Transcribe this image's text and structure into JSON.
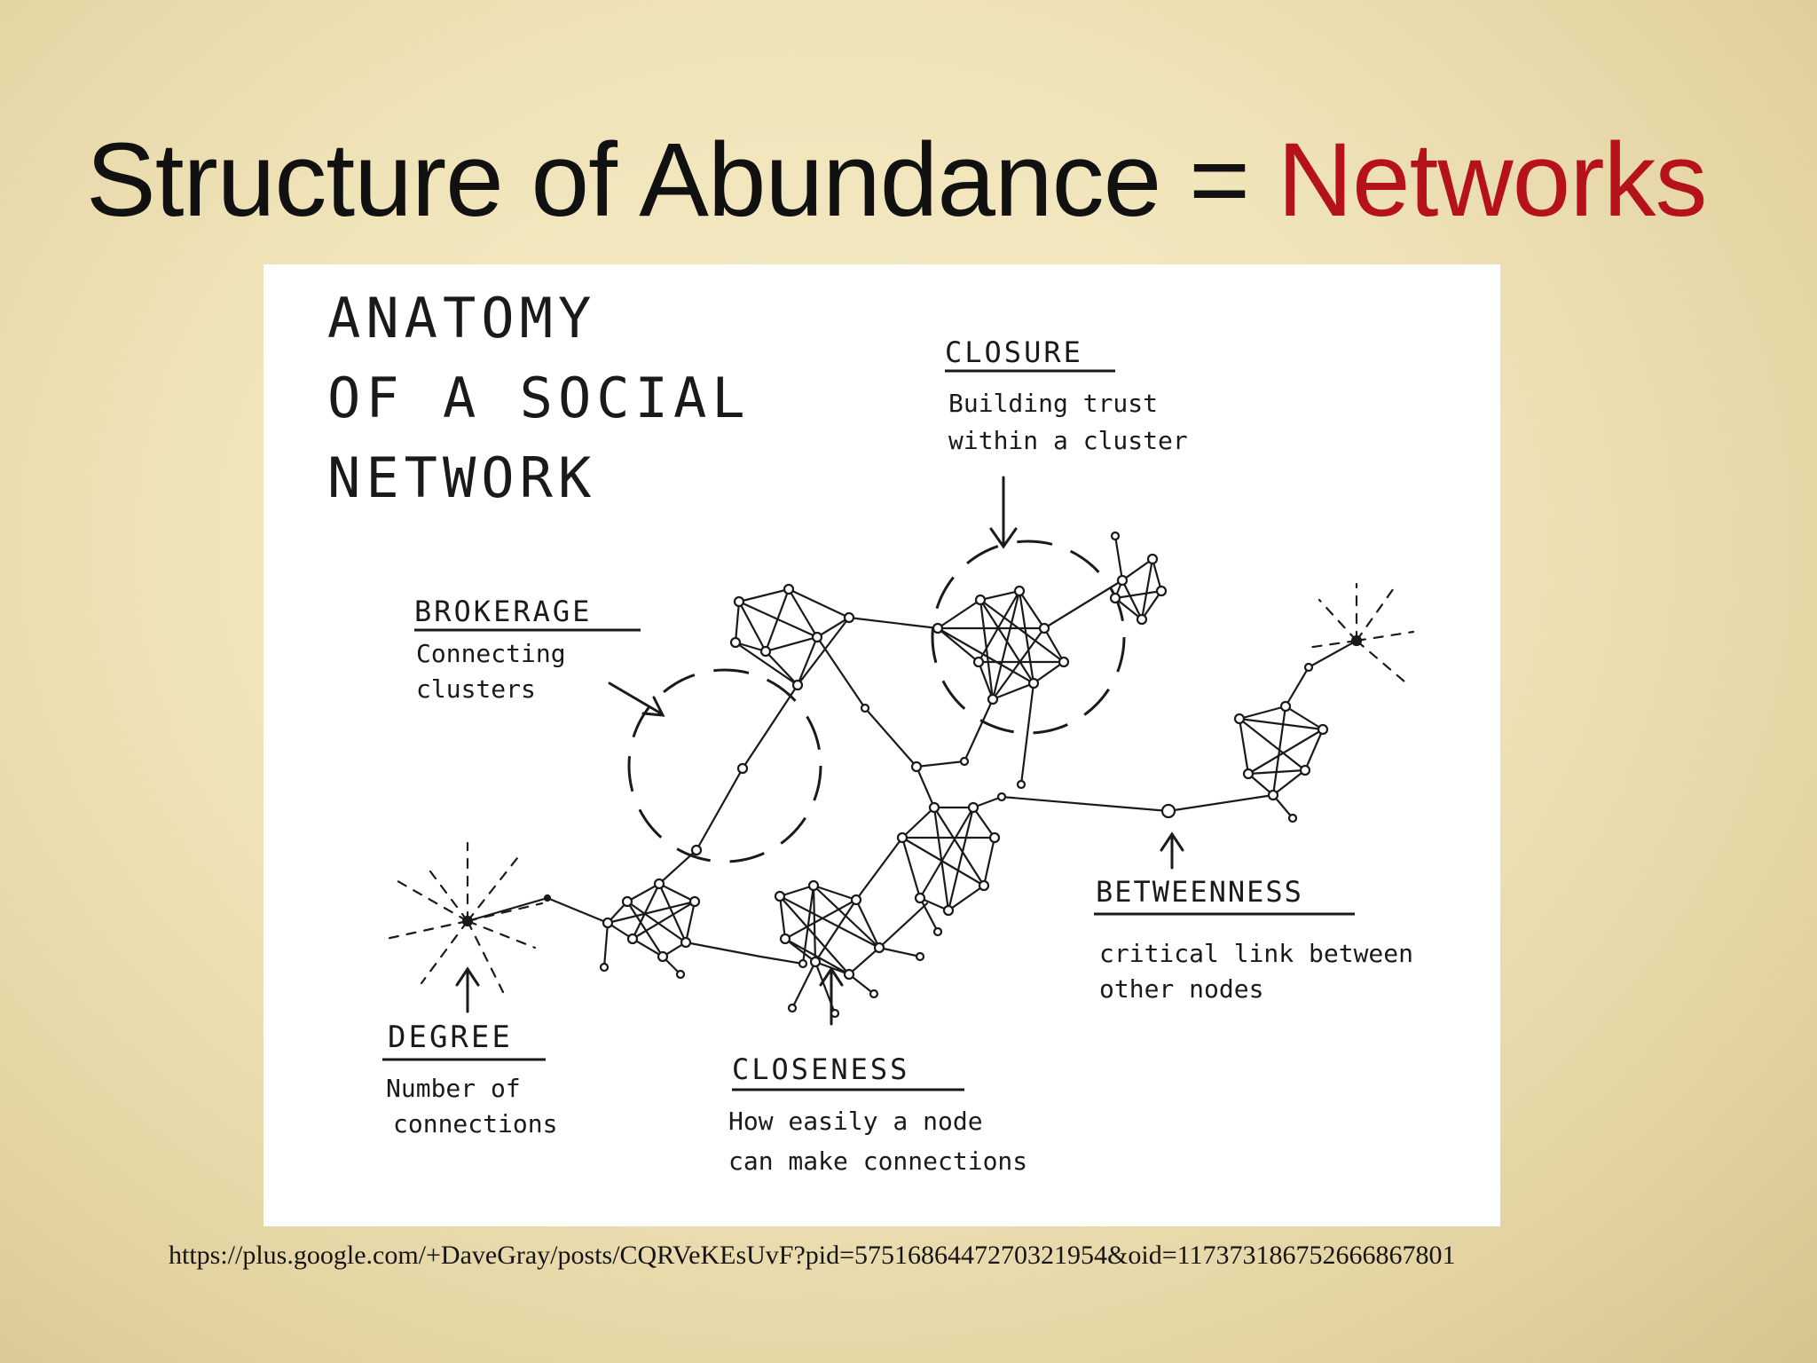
{
  "slide": {
    "title_main": "Structure of Abundance = ",
    "title_accent": "Networks",
    "accent_color": "#b5121b",
    "source_url": "https://plus.google.com/+DaveGray/posts/CQRVeKEsUvF?pid=5751686447270321954&oid=117373186752666867801"
  },
  "diagram": {
    "heading_lines": [
      "ANATOMY",
      "OF A SOCIAL",
      "NETWORK"
    ],
    "callouts": {
      "closure": {
        "label": "CLOSURE",
        "desc_lines": [
          "Building trust",
          "within a cluster"
        ]
      },
      "brokerage": {
        "label": "BROKERAGE",
        "desc_lines": [
          "Connecting",
          "clusters"
        ]
      },
      "betweenness": {
        "label": "BETWEENNESS",
        "desc_lines": [
          "critical link between",
          "other nodes"
        ]
      },
      "degree": {
        "label": "DEGREE",
        "desc_lines": [
          "Number of",
          "connections"
        ]
      },
      "closeness": {
        "label": "CLOSENESS",
        "desc_lines": [
          "How easily a node",
          "can make connections"
        ]
      }
    }
  }
}
